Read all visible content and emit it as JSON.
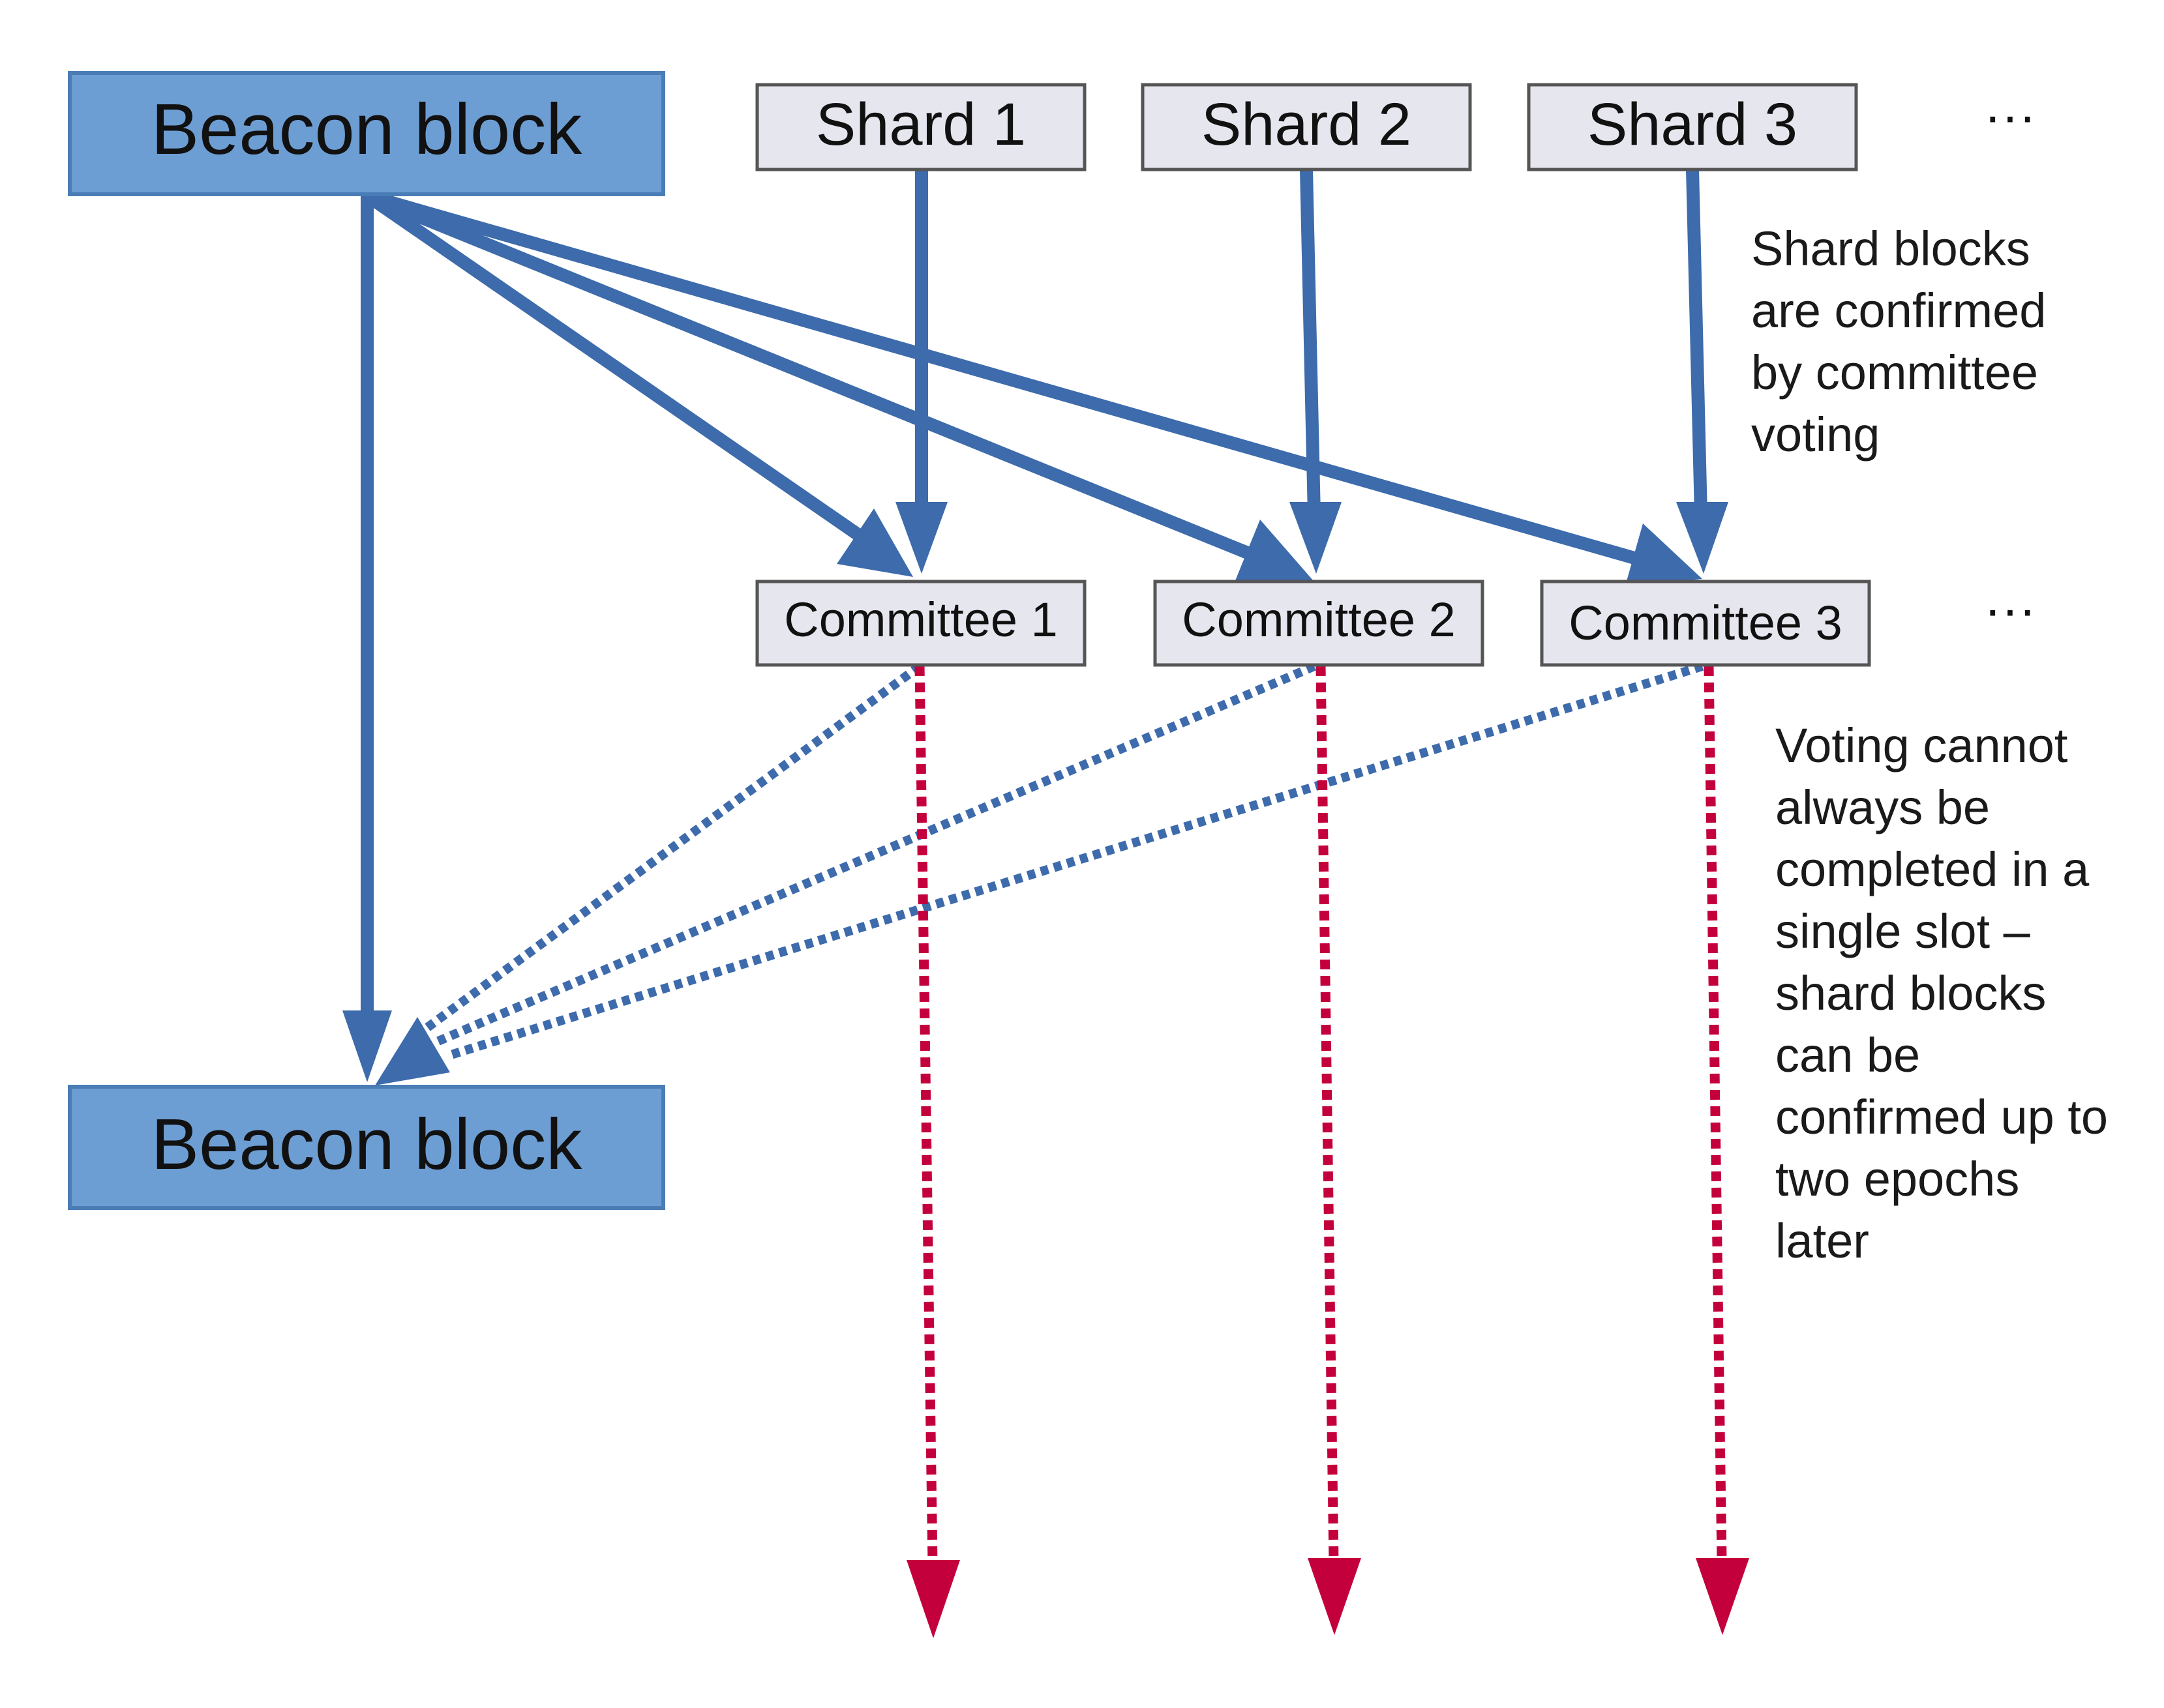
{
  "nodes": {
    "beacon_top": "Beacon block",
    "beacon_bottom": "Beacon block",
    "shards": [
      "Shard 1",
      "Shard 2",
      "Shard 3"
    ],
    "shards_ellipsis": "···",
    "committees": [
      "Committee 1",
      "Committee 2",
      "Committee 3"
    ],
    "committees_ellipsis": "···"
  },
  "notes": {
    "shard_confirmation": [
      "Shard blocks",
      "are confirmed",
      "by committee",
      "voting"
    ],
    "voting_delay": [
      "Voting cannot",
      "always be",
      "completed in a",
      "single slot –",
      "shard blocks",
      "can be",
      "confirmed up to",
      "two epochs",
      "later"
    ]
  },
  "colors": {
    "beacon_fill": "#6d9ed3",
    "beacon_border": "#4a7cb6",
    "box_fill": "#e6e6ee",
    "box_border": "#555555",
    "solid_arrow": "#3d6bab",
    "dotted_blue": "#3d6bab",
    "dotted_red": "#c4003c"
  }
}
